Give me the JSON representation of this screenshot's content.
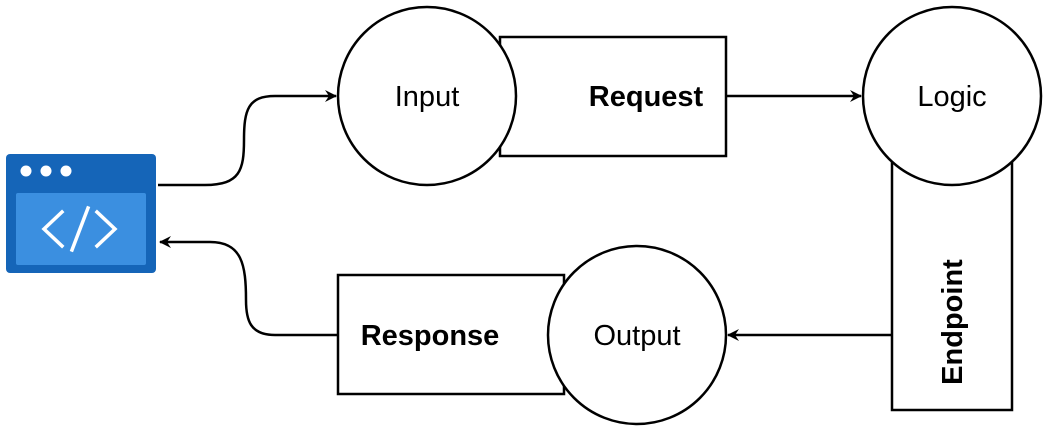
{
  "diagram": {
    "nodes": {
      "input": "Input",
      "request": "Request",
      "logic": "Logic",
      "endpoint": "Endpoint",
      "output": "Output",
      "response": "Response"
    },
    "app_icon": {
      "icon": "web-app-code-icon",
      "color_dark": "#1565b8",
      "color_light": "#3b8fe0"
    },
    "stroke_color": "#000000"
  }
}
